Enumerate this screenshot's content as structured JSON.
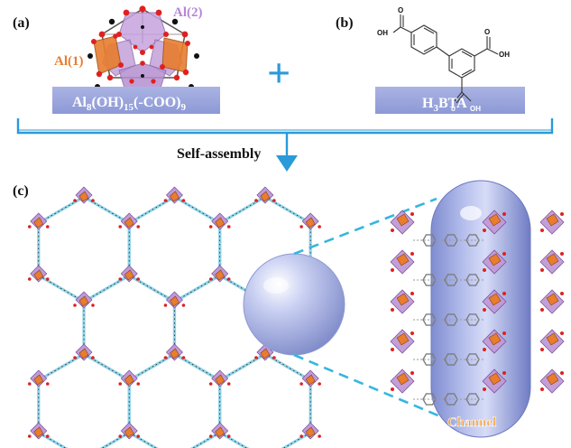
{
  "panels": {
    "a": {
      "tag": "(a)",
      "al1_label": "Al(1)",
      "al2_label": "Al(2)",
      "formula": {
        "base": "Al",
        "s1": "8",
        "p2": "(OH)",
        "s2": "15",
        "p3": "(-COO)",
        "s3": "9"
      }
    },
    "b": {
      "tag": "(b)",
      "formula": {
        "base": "H",
        "s1": "3",
        "p2": "BTA"
      },
      "atoms": {
        "oh": "OH",
        "o": "O",
        "o_lower": "o"
      }
    },
    "c": {
      "tag": "(c)",
      "channel_label": "Channel"
    }
  },
  "plus_sign": "+",
  "process_label": "Self-assembly",
  "colors": {
    "banner": "#9aa6dc",
    "banner_text": "#ffffff",
    "al1": "#e87d2e",
    "al2": "#c09ad8",
    "framework": "#8fd3e8",
    "arrow": "#2a9ad8",
    "dashed": "#35b6e0",
    "pore": "#a9b4e8"
  }
}
